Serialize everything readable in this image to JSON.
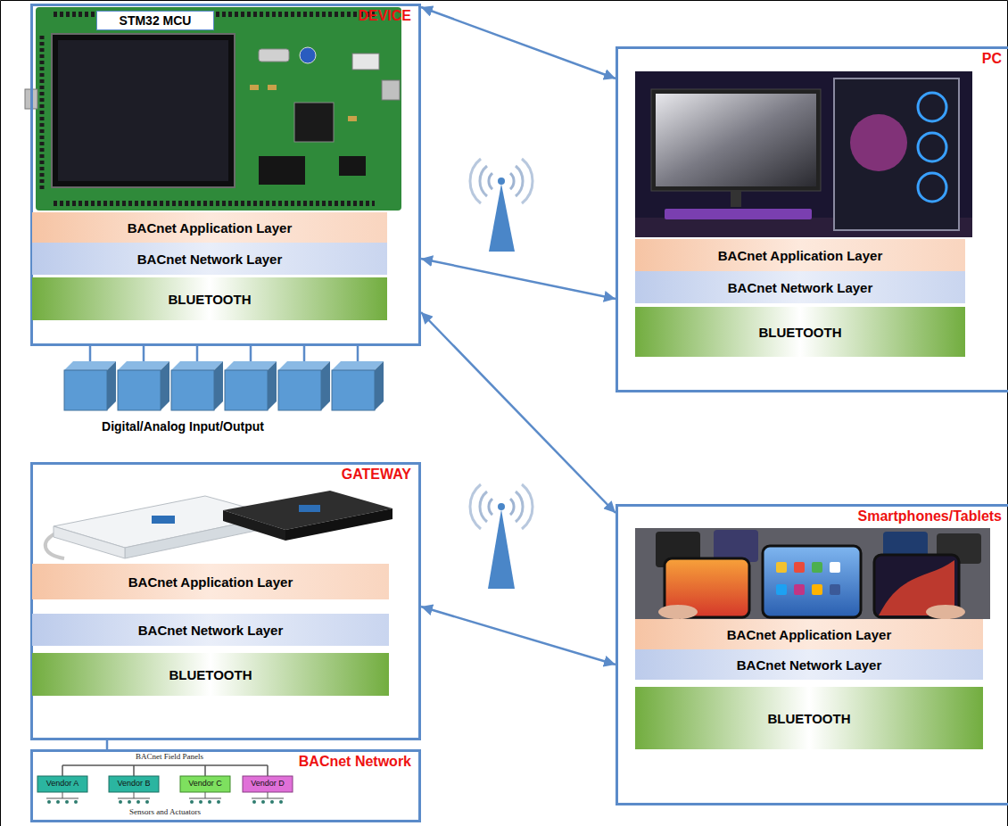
{
  "diagram": {
    "nodes": [
      {
        "text": [
          "DEVICE"
        ]
      },
      {
        "text": [
          "STM32 MCU"
        ],
        "in": 0
      },
      {
        "text": [
          "BACnet Application Layer"
        ],
        "in": 0
      },
      {
        "text": [
          "BACnet Network Layer"
        ],
        "in": 0
      },
      {
        "text": [
          "BLUETOOTH"
        ],
        "in": 0
      },
      {
        "text": [
          "PC"
        ]
      },
      {
        "text": [
          "BACnet Application Layer"
        ],
        "in": 5
      },
      {
        "text": [
          "BACnet Network Layer"
        ],
        "in": 5
      },
      {
        "text": [
          "BLUETOOTH"
        ],
        "in": 5
      },
      {
        "text": [
          "GATEWAY"
        ]
      },
      {
        "text": [
          "BACnet Application Layer"
        ],
        "in": 9
      },
      {
        "text": [
          "BACnet Network Layer"
        ],
        "in": 9
      },
      {
        "text": [
          "BLUETOOTH"
        ],
        "in": 9
      },
      {
        "text": [
          "Smartphones/Tablets"
        ]
      },
      {
        "text": [
          "BACnet Application Layer"
        ],
        "in": 13
      },
      {
        "text": [
          "BACnet Network Layer"
        ],
        "in": 13
      },
      {
        "text": [
          "BLUETOOTH"
        ],
        "in": 13
      },
      {
        "text": [
          "BACnet Network"
        ]
      }
    ],
    "edges": [
      {
        "from": 0,
        "to": 5,
        "arrow": "both"
      },
      {
        "from": 0,
        "to": 5,
        "arrow": "both"
      },
      {
        "from": 0,
        "to": 13,
        "arrow": "both"
      },
      {
        "from": 9,
        "to": 13,
        "arrow": "both"
      },
      {
        "from": 9,
        "to": 17,
        "arrow": "none"
      }
    ],
    "labels": [
      "Digital/Analog Input/Output",
      "BACnet Field Panels",
      "Vendor A",
      "Vendor B",
      "Vendor C",
      "Vendor D",
      "Sensors and Actuators"
    ]
  }
}
